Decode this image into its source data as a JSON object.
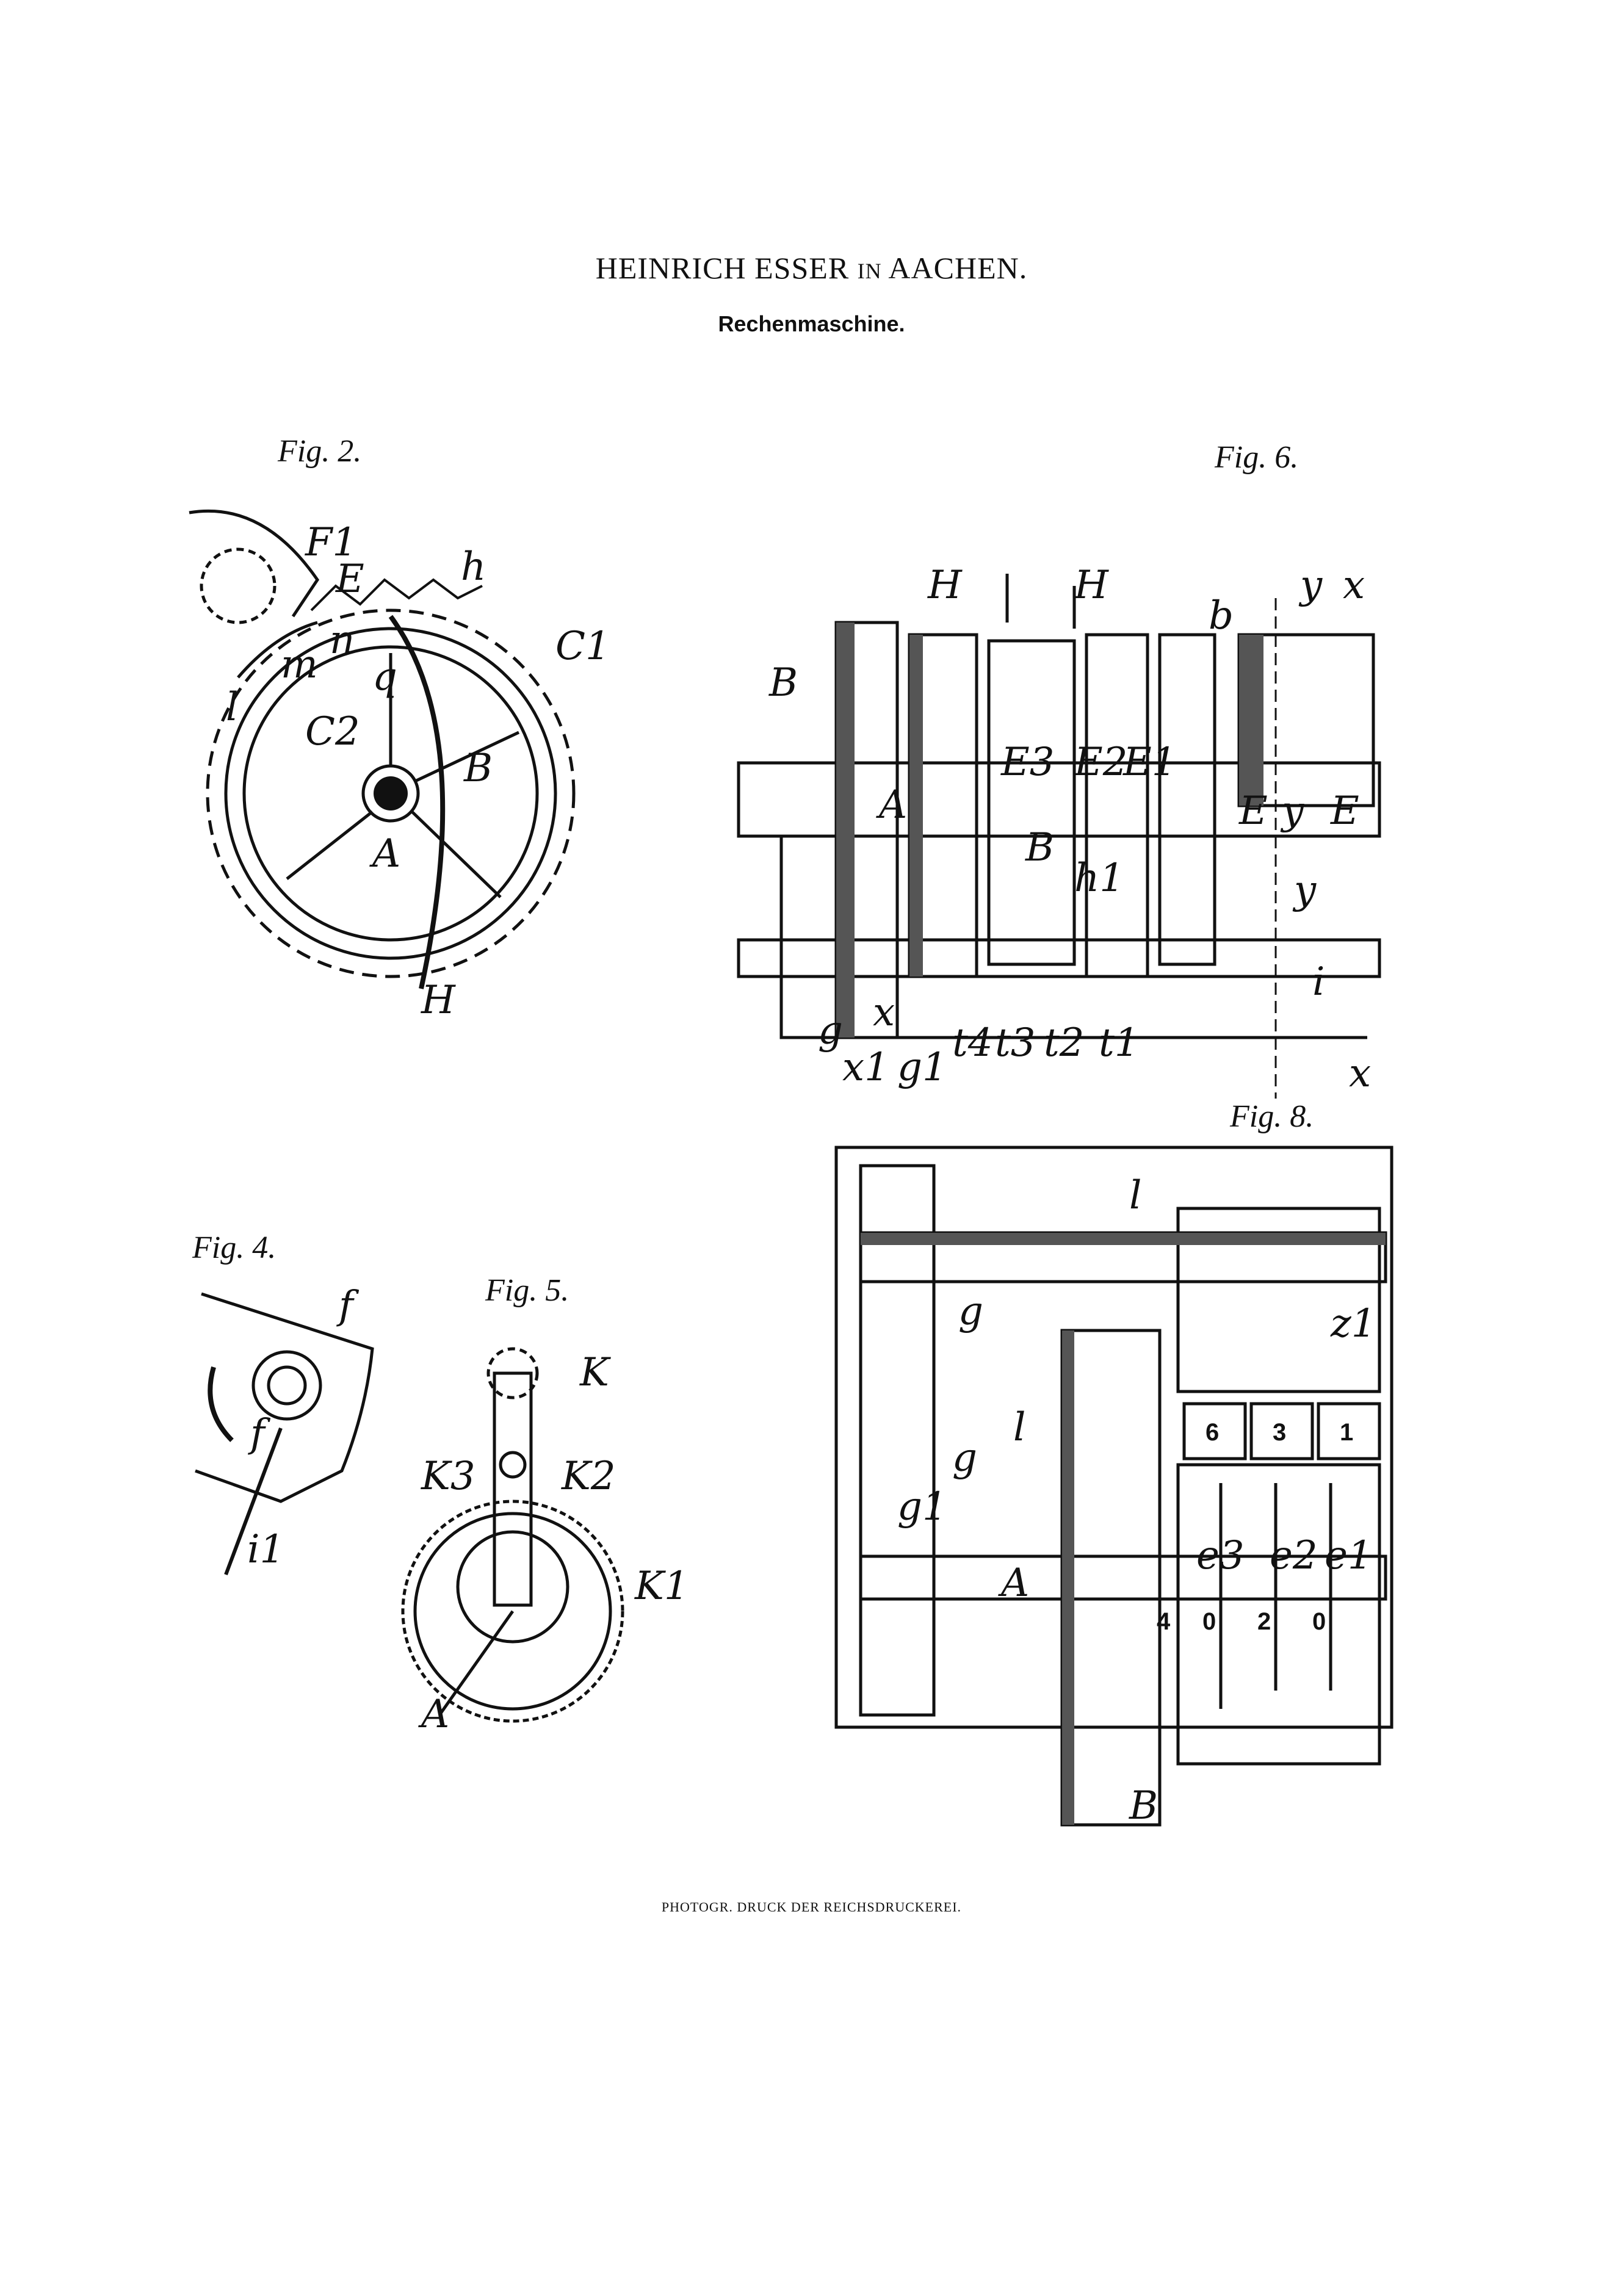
{
  "header": {
    "name": "HEINRICH ESSER",
    "preposition": "IN",
    "city": "AACHEN.",
    "subtitle": "Rechenmaschine."
  },
  "figures": {
    "fig2": {
      "label": "Fig. 2.",
      "parts": [
        "F1",
        "E",
        "h",
        "C1",
        "m",
        "l",
        "n",
        "q",
        "C2",
        "B",
        "A",
        "H"
      ]
    },
    "fig6": {
      "label": "Fig. 6.",
      "parts": [
        "H",
        "H",
        "y",
        "x",
        "b",
        "B",
        "A",
        "E3",
        "E2",
        "E1",
        "E",
        "y",
        "E",
        "B",
        "h1",
        "y",
        "i",
        "g",
        "x",
        "x1",
        "g1",
        "t4",
        "t3",
        "t2",
        "t1",
        "x"
      ]
    },
    "fig4": {
      "label": "Fig. 4.",
      "parts": [
        "f",
        "f",
        "i1"
      ]
    },
    "fig5": {
      "label": "Fig. 5.",
      "parts": [
        "K",
        "K3",
        "K2",
        "K1",
        "A"
      ]
    },
    "fig8": {
      "label": "Fig. 8.",
      "parts": [
        "l",
        "g",
        "z1",
        "l",
        "g",
        "g1",
        "A",
        "e3",
        "e2",
        "e1",
        "B"
      ],
      "upper_digits": [
        "6",
        "3",
        "1"
      ],
      "lower_digits": [
        "4",
        "0",
        "2",
        "0"
      ]
    }
  },
  "footer": {
    "text": "PHOTOGR. DRUCK DER REICHSDRUCKEREI."
  }
}
